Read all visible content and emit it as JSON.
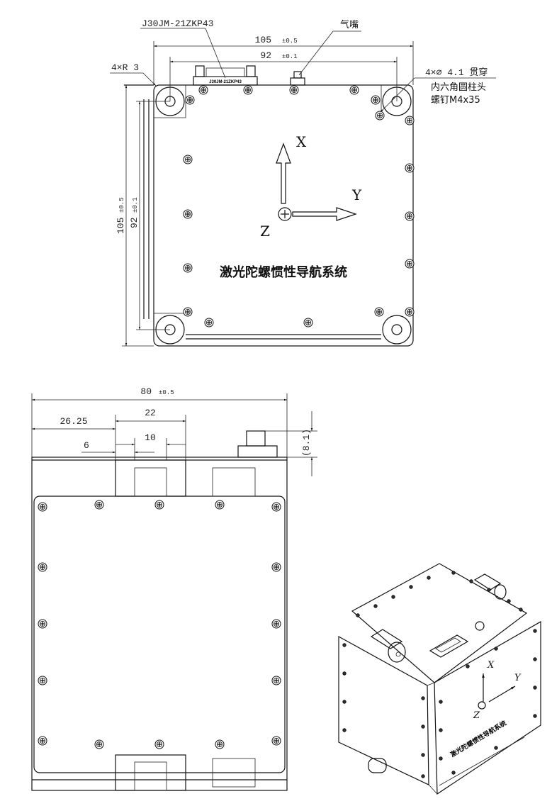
{
  "top_view": {
    "connector_label": "J30JM-21ZKP43",
    "connector_marking": "J30JM-21ZKP43",
    "nozzle_label": "气嘴",
    "dim_width_outer": "105",
    "dim_width_outer_tol": "±0.5",
    "dim_width_inner": "92",
    "dim_width_inner_tol": "±0.1",
    "dim_height_outer": "105",
    "dim_height_outer_tol": "±0.5",
    "dim_height_inner": "92",
    "dim_height_inner_tol": "±0.1",
    "corner_radius_label": "4×R 3",
    "hole_label": "4×∅ 4.1 贯穿",
    "screw_label_line1": "内六角圆柱头",
    "screw_label_line2": "螺钉M4x35",
    "axis_x": "X",
    "axis_y": "Y",
    "axis_z": "Z",
    "product_title": "激光陀螺惯性导航系统"
  },
  "front_view": {
    "dim_overall": "80",
    "dim_overall_tol": "±0.5",
    "dim_offset": "26.25",
    "dim_connector": "22",
    "dim_inner": "10",
    "dim_small": "6",
    "dim_height": "(8.1)"
  },
  "iso_view": {
    "axis_x": "X",
    "axis_y": "Y",
    "axis_z": "Z",
    "product_title": "激光陀螺惯性导航系统"
  }
}
